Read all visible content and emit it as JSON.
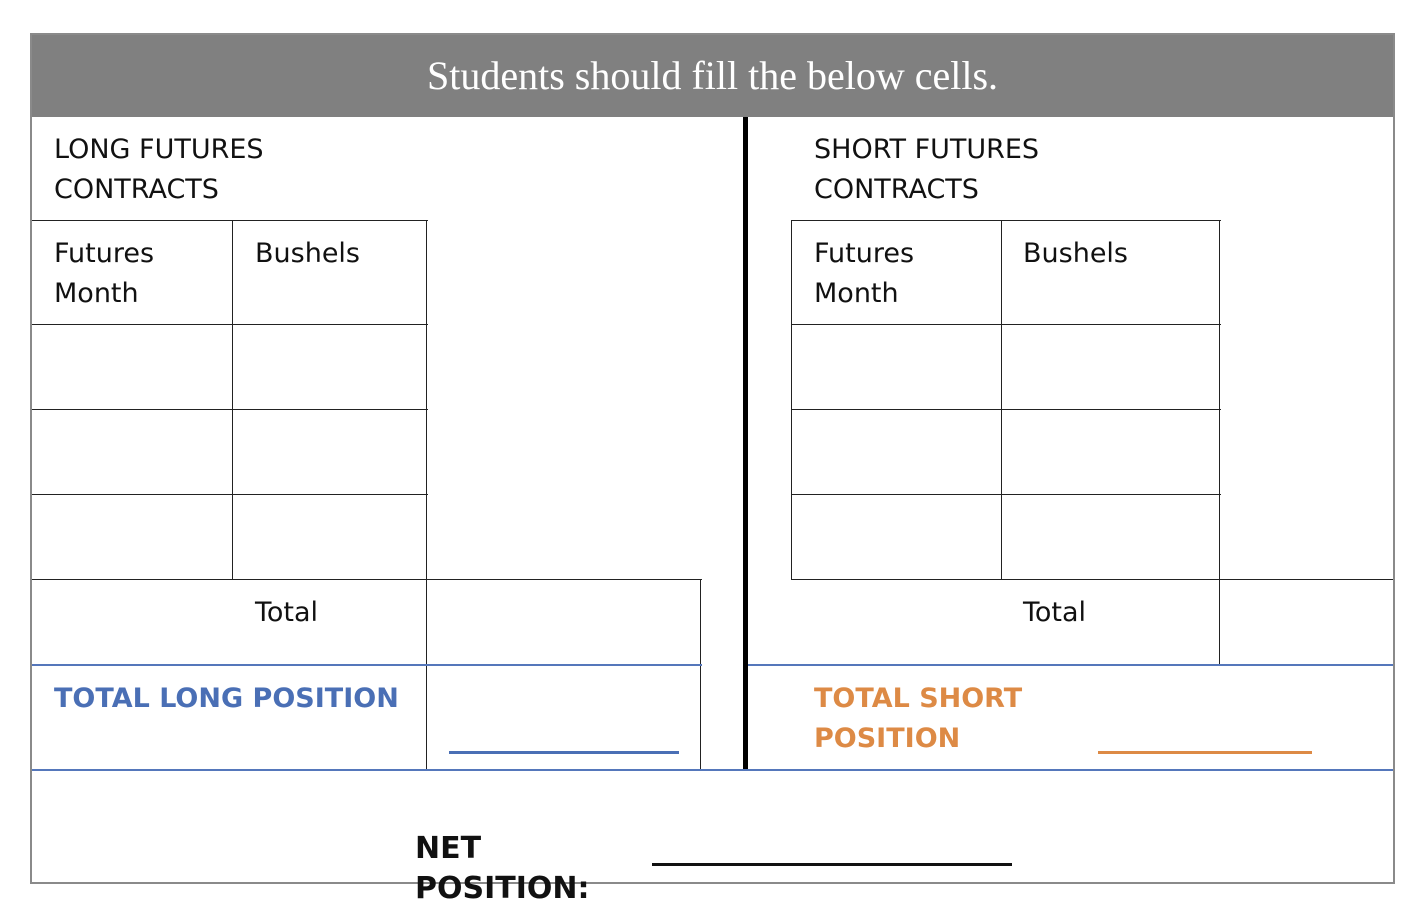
{
  "header": {
    "title": "Students should fill the below cells."
  },
  "long": {
    "section_title": "LONG FUTURES\nCONTRACTS",
    "col_month": "Futures\nMonth",
    "col_bushels": "Bushels",
    "rows": [
      [
        "",
        ""
      ],
      [
        "",
        ""
      ],
      [
        "",
        ""
      ]
    ],
    "total_label": "Total",
    "position_label": "TOTAL LONG POSITION",
    "position_color": "#4a6fb5"
  },
  "short": {
    "section_title": "SHORT FUTURES\nCONTRACTS",
    "col_month": "Futures\nMonth",
    "col_bushels": "Bushels",
    "rows": [
      [
        "",
        ""
      ],
      [
        "",
        ""
      ],
      [
        "",
        ""
      ]
    ],
    "total_label": "Total",
    "position_label": "TOTAL SHORT\nPOSITION",
    "position_color": "#dd8a45"
  },
  "net": {
    "label": "NET POSITION:"
  }
}
